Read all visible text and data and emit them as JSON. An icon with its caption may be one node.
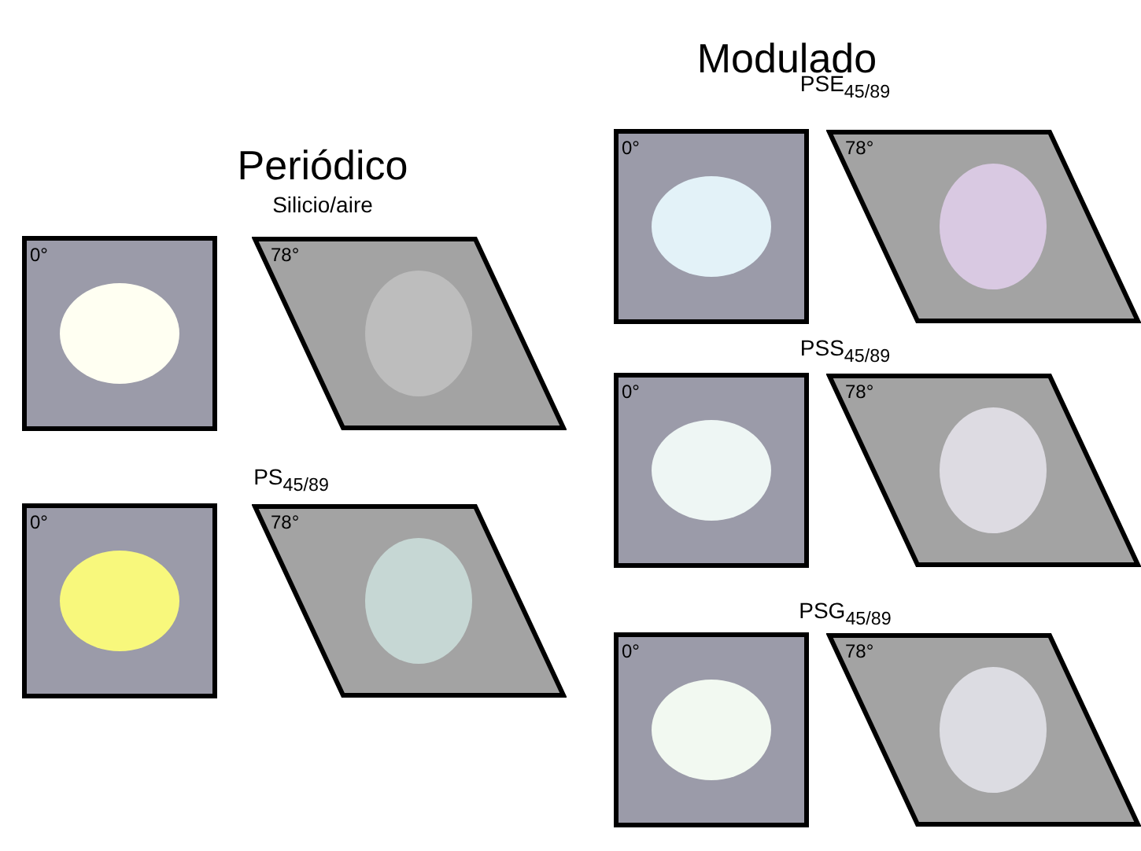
{
  "diagram": {
    "nodes": [
      {
        "text": [
          "0°"
        ]
      },
      {
        "text": [
          "78°"
        ]
      },
      {
        "text": [
          "0°"
        ]
      },
      {
        "text": [
          "78°"
        ]
      },
      {
        "text": [
          "0°"
        ]
      },
      {
        "text": [
          "78°"
        ]
      },
      {
        "text": [
          "0°"
        ]
      },
      {
        "text": [
          "78°"
        ]
      },
      {
        "text": [
          "0°"
        ]
      },
      {
        "text": [
          "78°"
        ]
      }
    ],
    "labels": [
      "Modulado",
      "PSE$_{45/89}$",
      "Periódico",
      "Silicio/aire",
      "PSS$_{45/89}$",
      "PS$_{45/89}$",
      "PSG$_{45/89}$"
    ]
  }
}
